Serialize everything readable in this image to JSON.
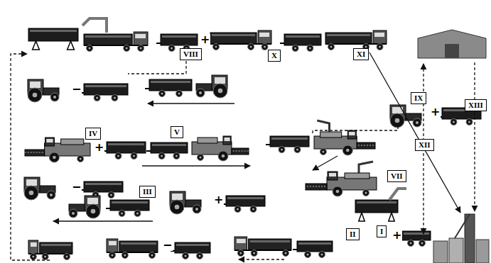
{
  "diagram": {
    "nodes": [
      {
        "text": [
          "VIII"
        ]
      },
      {
        "text": [
          "X"
        ]
      },
      {
        "text": [
          "XI"
        ]
      },
      {
        "text": [
          "XIII"
        ]
      },
      {
        "text": [
          "IX"
        ]
      },
      {
        "text": [
          "IV"
        ]
      },
      {
        "text": [
          "V"
        ]
      },
      {
        "text": [
          "XII"
        ]
      },
      {
        "text": [
          "VII"
        ]
      },
      {
        "text": [
          "III"
        ]
      },
      {
        "text": [
          "II"
        ]
      },
      {
        "text": [
          "I"
        ]
      }
    ],
    "labels": [
      "+",
      "−",
      "+",
      "+",
      "−",
      "+",
      "−",
      "+"
    ]
  }
}
